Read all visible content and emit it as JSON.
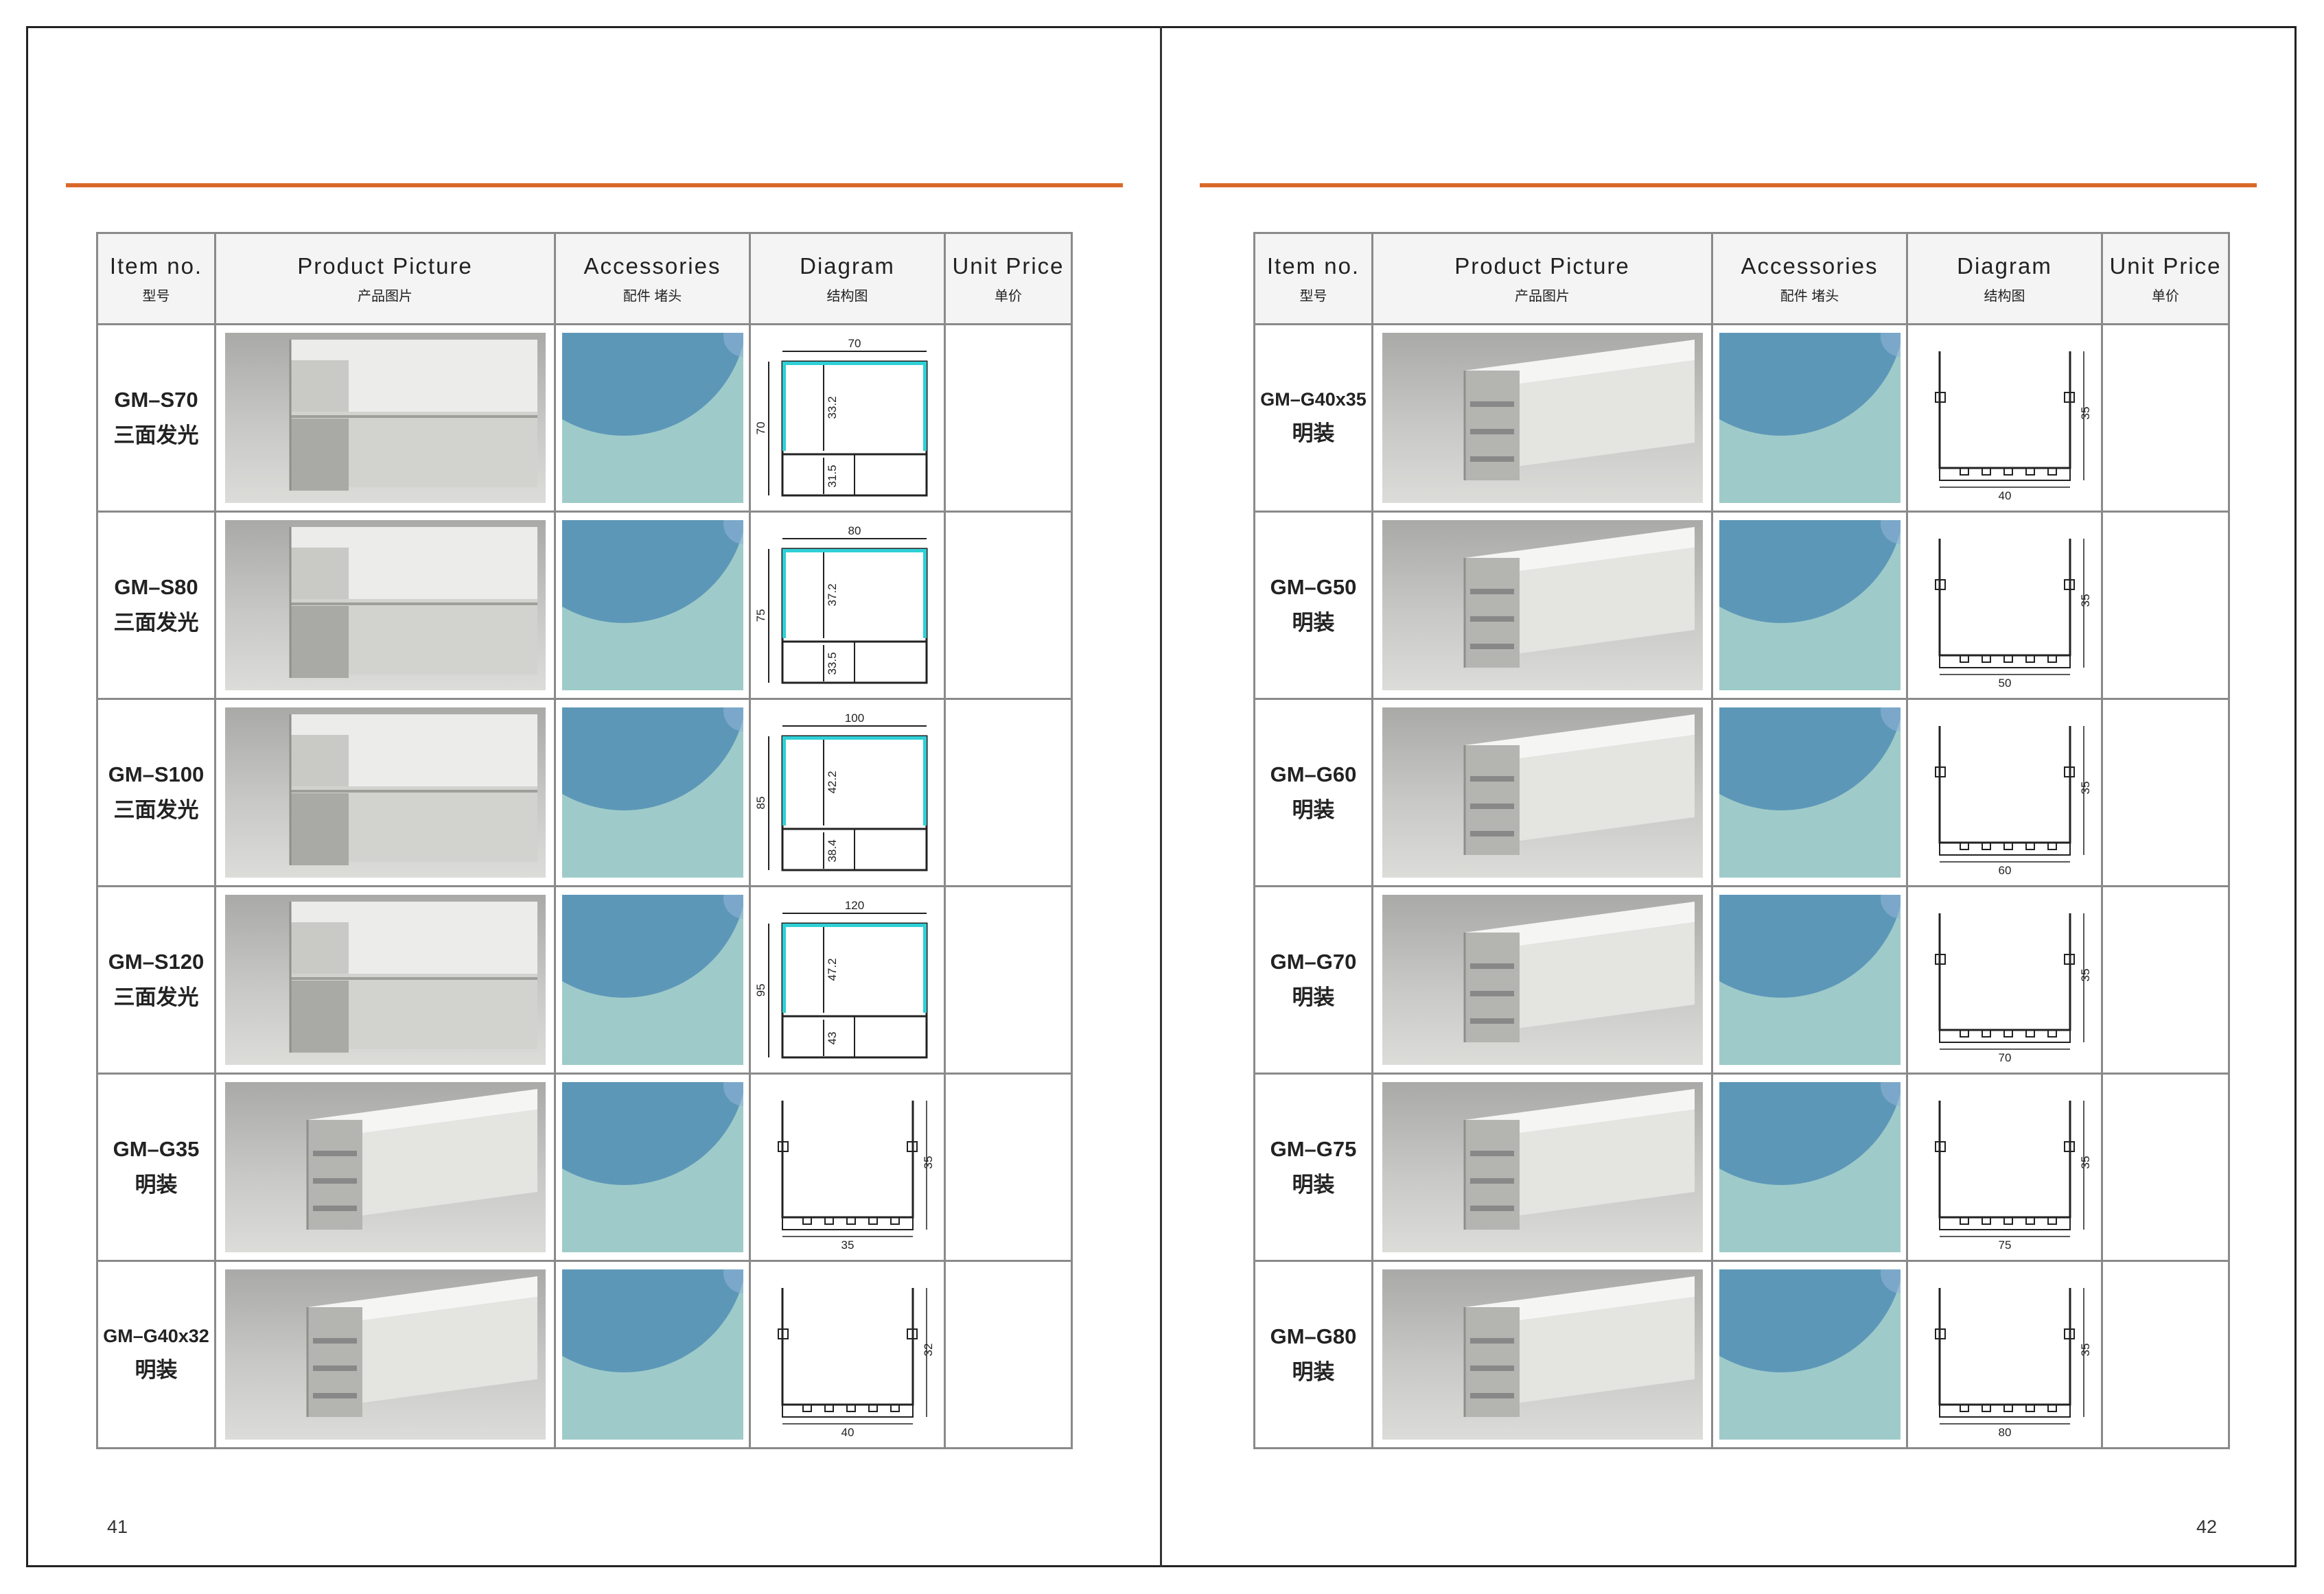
{
  "headers": {
    "item": {
      "en": "Item no.",
      "cn": "型号"
    },
    "picture": {
      "en": "Product Picture",
      "cn": "产品图片"
    },
    "accessories": {
      "en": "Accessories",
      "cn": "配件 堵头"
    },
    "diagram": {
      "en": "Diagram",
      "cn": "结构图"
    },
    "price": {
      "en": "Unit Price",
      "cn": "单价"
    }
  },
  "left_page": {
    "page_number": "41",
    "rows": [
      {
        "code": "GM–S70",
        "note": "三面发光",
        "dims": {
          "width": "70",
          "height": "70",
          "upper": "33.2",
          "lower": "31.5"
        },
        "unit_price": ""
      },
      {
        "code": "GM–S80",
        "note": "三面发光",
        "dims": {
          "width": "80",
          "height": "75",
          "upper": "37.2",
          "lower": "33.5"
        },
        "unit_price": ""
      },
      {
        "code": "GM–S100",
        "note": "三面发光",
        "dims": {
          "width": "100",
          "height": "85",
          "upper": "42.2",
          "lower": "38.4"
        },
        "unit_price": ""
      },
      {
        "code": "GM–S120",
        "note": "三面发光",
        "dims": {
          "width": "120",
          "height": "95",
          "upper": "47.2",
          "lower": "43"
        },
        "unit_price": ""
      },
      {
        "code": "GM–G35",
        "note": "明装",
        "dims": {
          "width": "35",
          "height": "35"
        },
        "unit_price": ""
      },
      {
        "code": "GM–G40x32",
        "note": "明装",
        "dims": {
          "width": "40",
          "height": "32"
        },
        "unit_price": ""
      }
    ]
  },
  "right_page": {
    "page_number": "42",
    "rows": [
      {
        "code": "GM–G40x35",
        "note": "明装",
        "dims": {
          "width": "40",
          "height": "35"
        },
        "unit_price": ""
      },
      {
        "code": "GM–G50",
        "note": "明装",
        "dims": {
          "width": "50",
          "height": "35"
        },
        "unit_price": ""
      },
      {
        "code": "GM–G60",
        "note": "明装",
        "dims": {
          "width": "60",
          "height": "35"
        },
        "unit_price": ""
      },
      {
        "code": "GM–G70",
        "note": "明装",
        "dims": {
          "width": "70",
          "height": "35"
        },
        "unit_price": ""
      },
      {
        "code": "GM–G75",
        "note": "明装",
        "dims": {
          "width": "75",
          "height": "35"
        },
        "unit_price": ""
      },
      {
        "code": "GM–G80",
        "note": "明装",
        "dims": {
          "width": "80",
          "height": "35"
        },
        "unit_price": ""
      }
    ]
  },
  "colors": {
    "accent_rule": "#d9692a",
    "diffuser_line": "#2fd0d6",
    "accessory_blue": "#5d97b8",
    "accessory_teal": "#9ecbc9"
  }
}
